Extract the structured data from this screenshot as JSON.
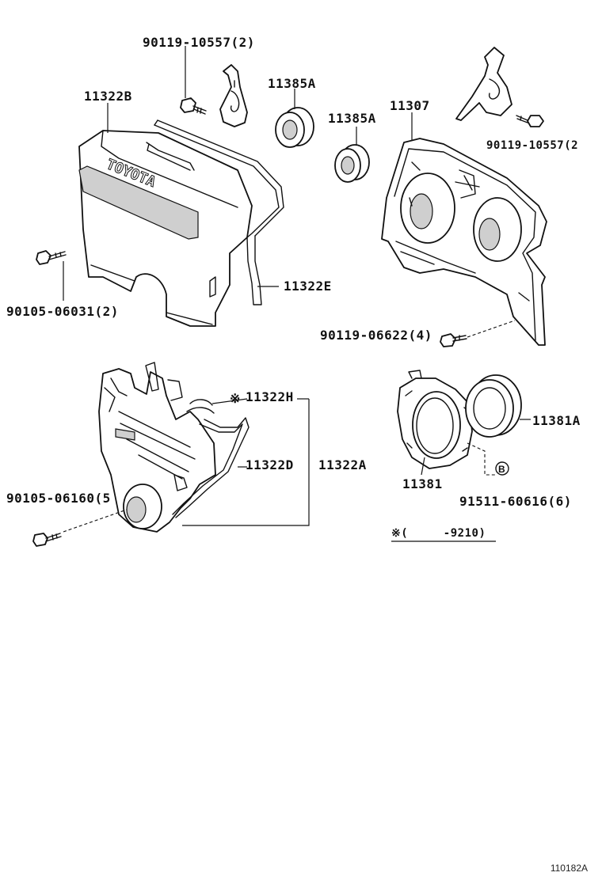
{
  "labels": {
    "bolt_upper_left": "90119-10557(2)",
    "upper_cover": "11322B",
    "seal_a1": "11385A",
    "seal_a2": "11385A",
    "rear_plate": "11307",
    "bolt_upper_right": "90119-10557(2",
    "upper_cover_bolt": "90105-06031(2)",
    "upper_gasket": "11322E",
    "plate_bolt": "90119-06622(4)",
    "center_gasket": "11322H",
    "center_gasket_mark": "※",
    "lower_gasket": "11322D",
    "lower_cover": "11322A",
    "oil_seal_retainer": "11381",
    "oil_seal": "11381A",
    "lower_cover_bolt": "90105-06160(5",
    "retainer_bolt": "91511-60616(6)",
    "retainer_bolt_mark": "B",
    "footnote": "※(     -9210)"
  },
  "cover_text": "TOYOTA",
  "figure_id": "110182A",
  "icons": {
    "bolt": "hex-bolt-icon",
    "seal": "ring-seal-icon"
  }
}
